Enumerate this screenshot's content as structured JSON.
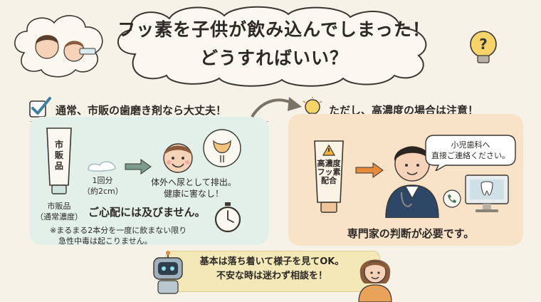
{
  "title": {
    "line1": "フッ素を子供が飲み込んでしまった！",
    "line2": "どうすればいい？"
  },
  "left": {
    "header": "通常、市販の歯磨き剤なら大丈夫！",
    "tube_label": "市販品",
    "tube_caption_1": "市販品",
    "tube_caption_2": "（通常濃度）",
    "amount_1": "1回分",
    "amount_2": "（約2cm）",
    "effect_1": "体外へ尿として排出。",
    "effect_2": "健康に害なし！",
    "reassure": "ご心配には及びません。",
    "note_1": "※まるまる2本分を一度に飲まない限り",
    "note_2": "急性中毒は起こりません。"
  },
  "right": {
    "header": "ただし、高濃度の場合は注意！",
    "tube_label": "高濃度フッ素配合",
    "speech_1": "小児歯科へ",
    "speech_2": "直接ご連絡ください。",
    "conclusion": "専門家の判断が必要です。"
  },
  "bottom": {
    "line1": "基本は落ち着いて様子を見てOK。",
    "line2": "不安な時は迷わず相談を！"
  },
  "icons": {
    "question_mark": "?"
  },
  "colors": {
    "left_panel": "#e3f0ea",
    "right_panel": "#f8e3c8",
    "check": "#3f7ea0",
    "arrow": "#7a9c8c",
    "arrow_orange": "#e58a3a"
  }
}
